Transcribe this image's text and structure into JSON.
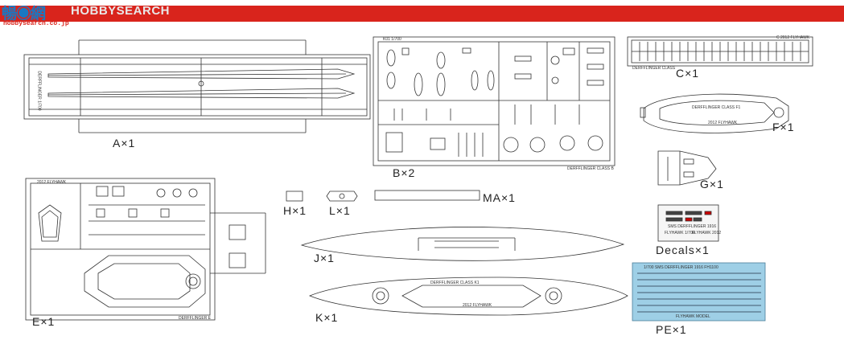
{
  "header": {
    "logo_cn": "暢◉網",
    "logo_en": "HOBBYSEARCH",
    "logo_url": "hobbysearch.co.jp",
    "bar_color": "#d9241c"
  },
  "parts": {
    "A": "A×1",
    "B": "B×2",
    "C": "C×1",
    "F": "F×1",
    "G": "G×1",
    "E": "E×1",
    "H": "H×1",
    "L": "L×1",
    "MA": "MA×1",
    "J": "J×1",
    "K": "K×1",
    "decals": "Decals×1",
    "PE": "PE×1"
  },
  "sprue_text": {
    "a_side": "DERFFLINGER 1/700",
    "b_top": "K01 1/700",
    "b_bottom": "DERFFLINGER CLASS B",
    "c_top": "DERFFLINGER CLASS",
    "c_right": "C 2012 FLYHAWK",
    "f_top": "DERFFLINGER CLASS F1",
    "f_bottom": "2012 FLYHAWK",
    "e_top": "2012 FLYHAWK",
    "e_bottom": "DERFFLINGER E",
    "k_top": "DERFFLINGER CLASS K1",
    "k_bottom": "2012 FLYHAWK",
    "decal_text": "SMS DERFFLINGER 1916",
    "decal_sub1": "FLYHAWK 1/700",
    "decal_sub2": "FLYHAWK 2012",
    "pe_top": "1/700 SMS DERFFLINGER 1916 FH1100",
    "pe_bottom": "FLYHAWK MODEL"
  }
}
